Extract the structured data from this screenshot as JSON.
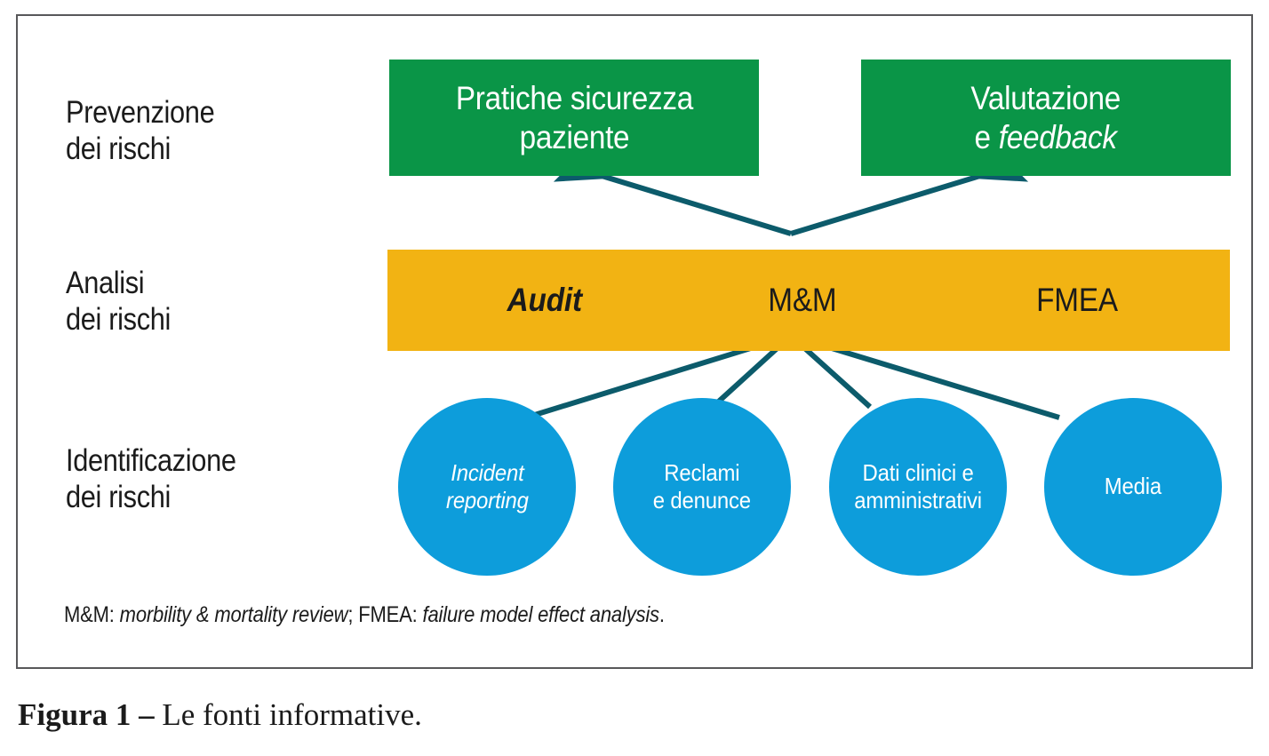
{
  "figure": {
    "caption_label": "Figura 1 –",
    "caption_text": " Le fonti informative.",
    "footnote_prefix": "M&M: ",
    "footnote_italic_1": "morbility & mortality review",
    "footnote_middle": "; FMEA: ",
    "footnote_italic_2": "failure model effect analysis",
    "footnote_suffix": "."
  },
  "rows": {
    "prevention_label": "Prevenzione\ndei rischi",
    "analysis_label": "Analisi\ndei rischi",
    "identification_label": "Identificazione\ndei rischi"
  },
  "prevention": {
    "boxes": [
      {
        "text": "Pratiche sicurezza\npaziente",
        "italic_part": ""
      },
      {
        "text_line1": "Valutazione",
        "text_line2_plain": "e ",
        "text_line2_italic": "feedback"
      }
    ]
  },
  "analysis": {
    "items": [
      {
        "label": "Audit",
        "style": "bold-italic"
      },
      {
        "label": "M&M",
        "style": "regular"
      },
      {
        "label": "FMEA",
        "style": "regular"
      }
    ]
  },
  "identification": {
    "circles": [
      {
        "label": "Incident\nreporting",
        "style": "italic"
      },
      {
        "label": "Reclami\ne denunce",
        "style": "regular"
      },
      {
        "label": "Dati clinici e\namministrativi",
        "style": "regular"
      },
      {
        "label": "Media",
        "style": "regular"
      }
    ]
  },
  "colors": {
    "green": "#0a9547",
    "yellow": "#f2b313",
    "blue": "#0d9ddb",
    "connector": "#0c5b6b",
    "frame": "#58585a",
    "text_dark": "#1b1b1b",
    "text_light": "#ffffff"
  }
}
